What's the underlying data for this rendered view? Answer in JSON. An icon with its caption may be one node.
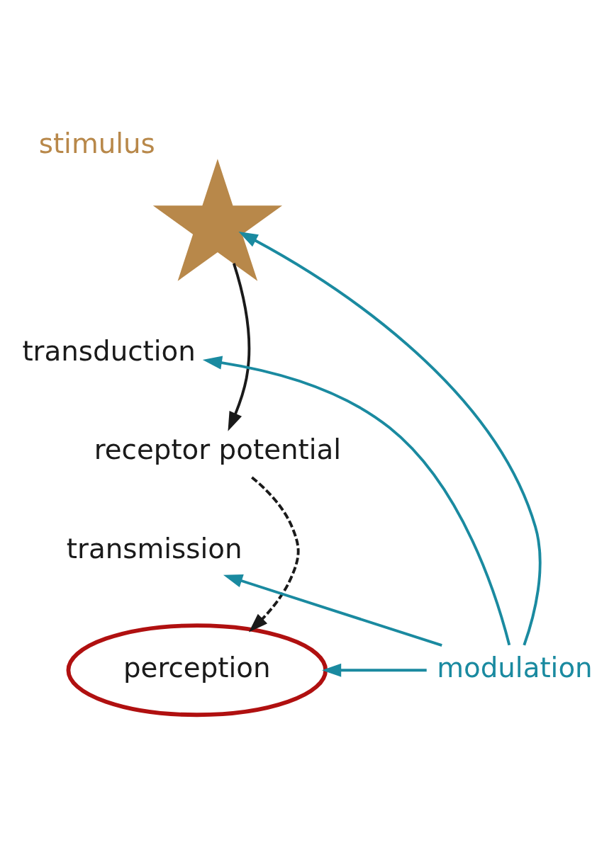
{
  "diagram": {
    "nodes": [
      {
        "text": [
          "stimulus"
        ]
      },
      {
        "text": [
          "transduction"
        ]
      },
      {
        "text": [
          "receptor potential"
        ]
      },
      {
        "text": [
          "transmission"
        ]
      },
      {
        "text": [
          "perception"
        ]
      },
      {
        "text": [
          "modulation"
        ]
      }
    ],
    "edges": [
      {
        "from": 0,
        "to": 2,
        "arrow": "to",
        "color": "#1a1a1a"
      },
      {
        "from": 2,
        "to": 4,
        "arrow": "to",
        "style": "dashed",
        "color": "#1a1a1a"
      },
      {
        "from": 5,
        "to": 0,
        "arrow": "to"
      },
      {
        "from": 5,
        "to": 1,
        "arrow": "to"
      },
      {
        "from": 5,
        "to": 3,
        "arrow": "to"
      },
      {
        "from": 5,
        "to": 4,
        "arrow": "to"
      }
    ]
  }
}
